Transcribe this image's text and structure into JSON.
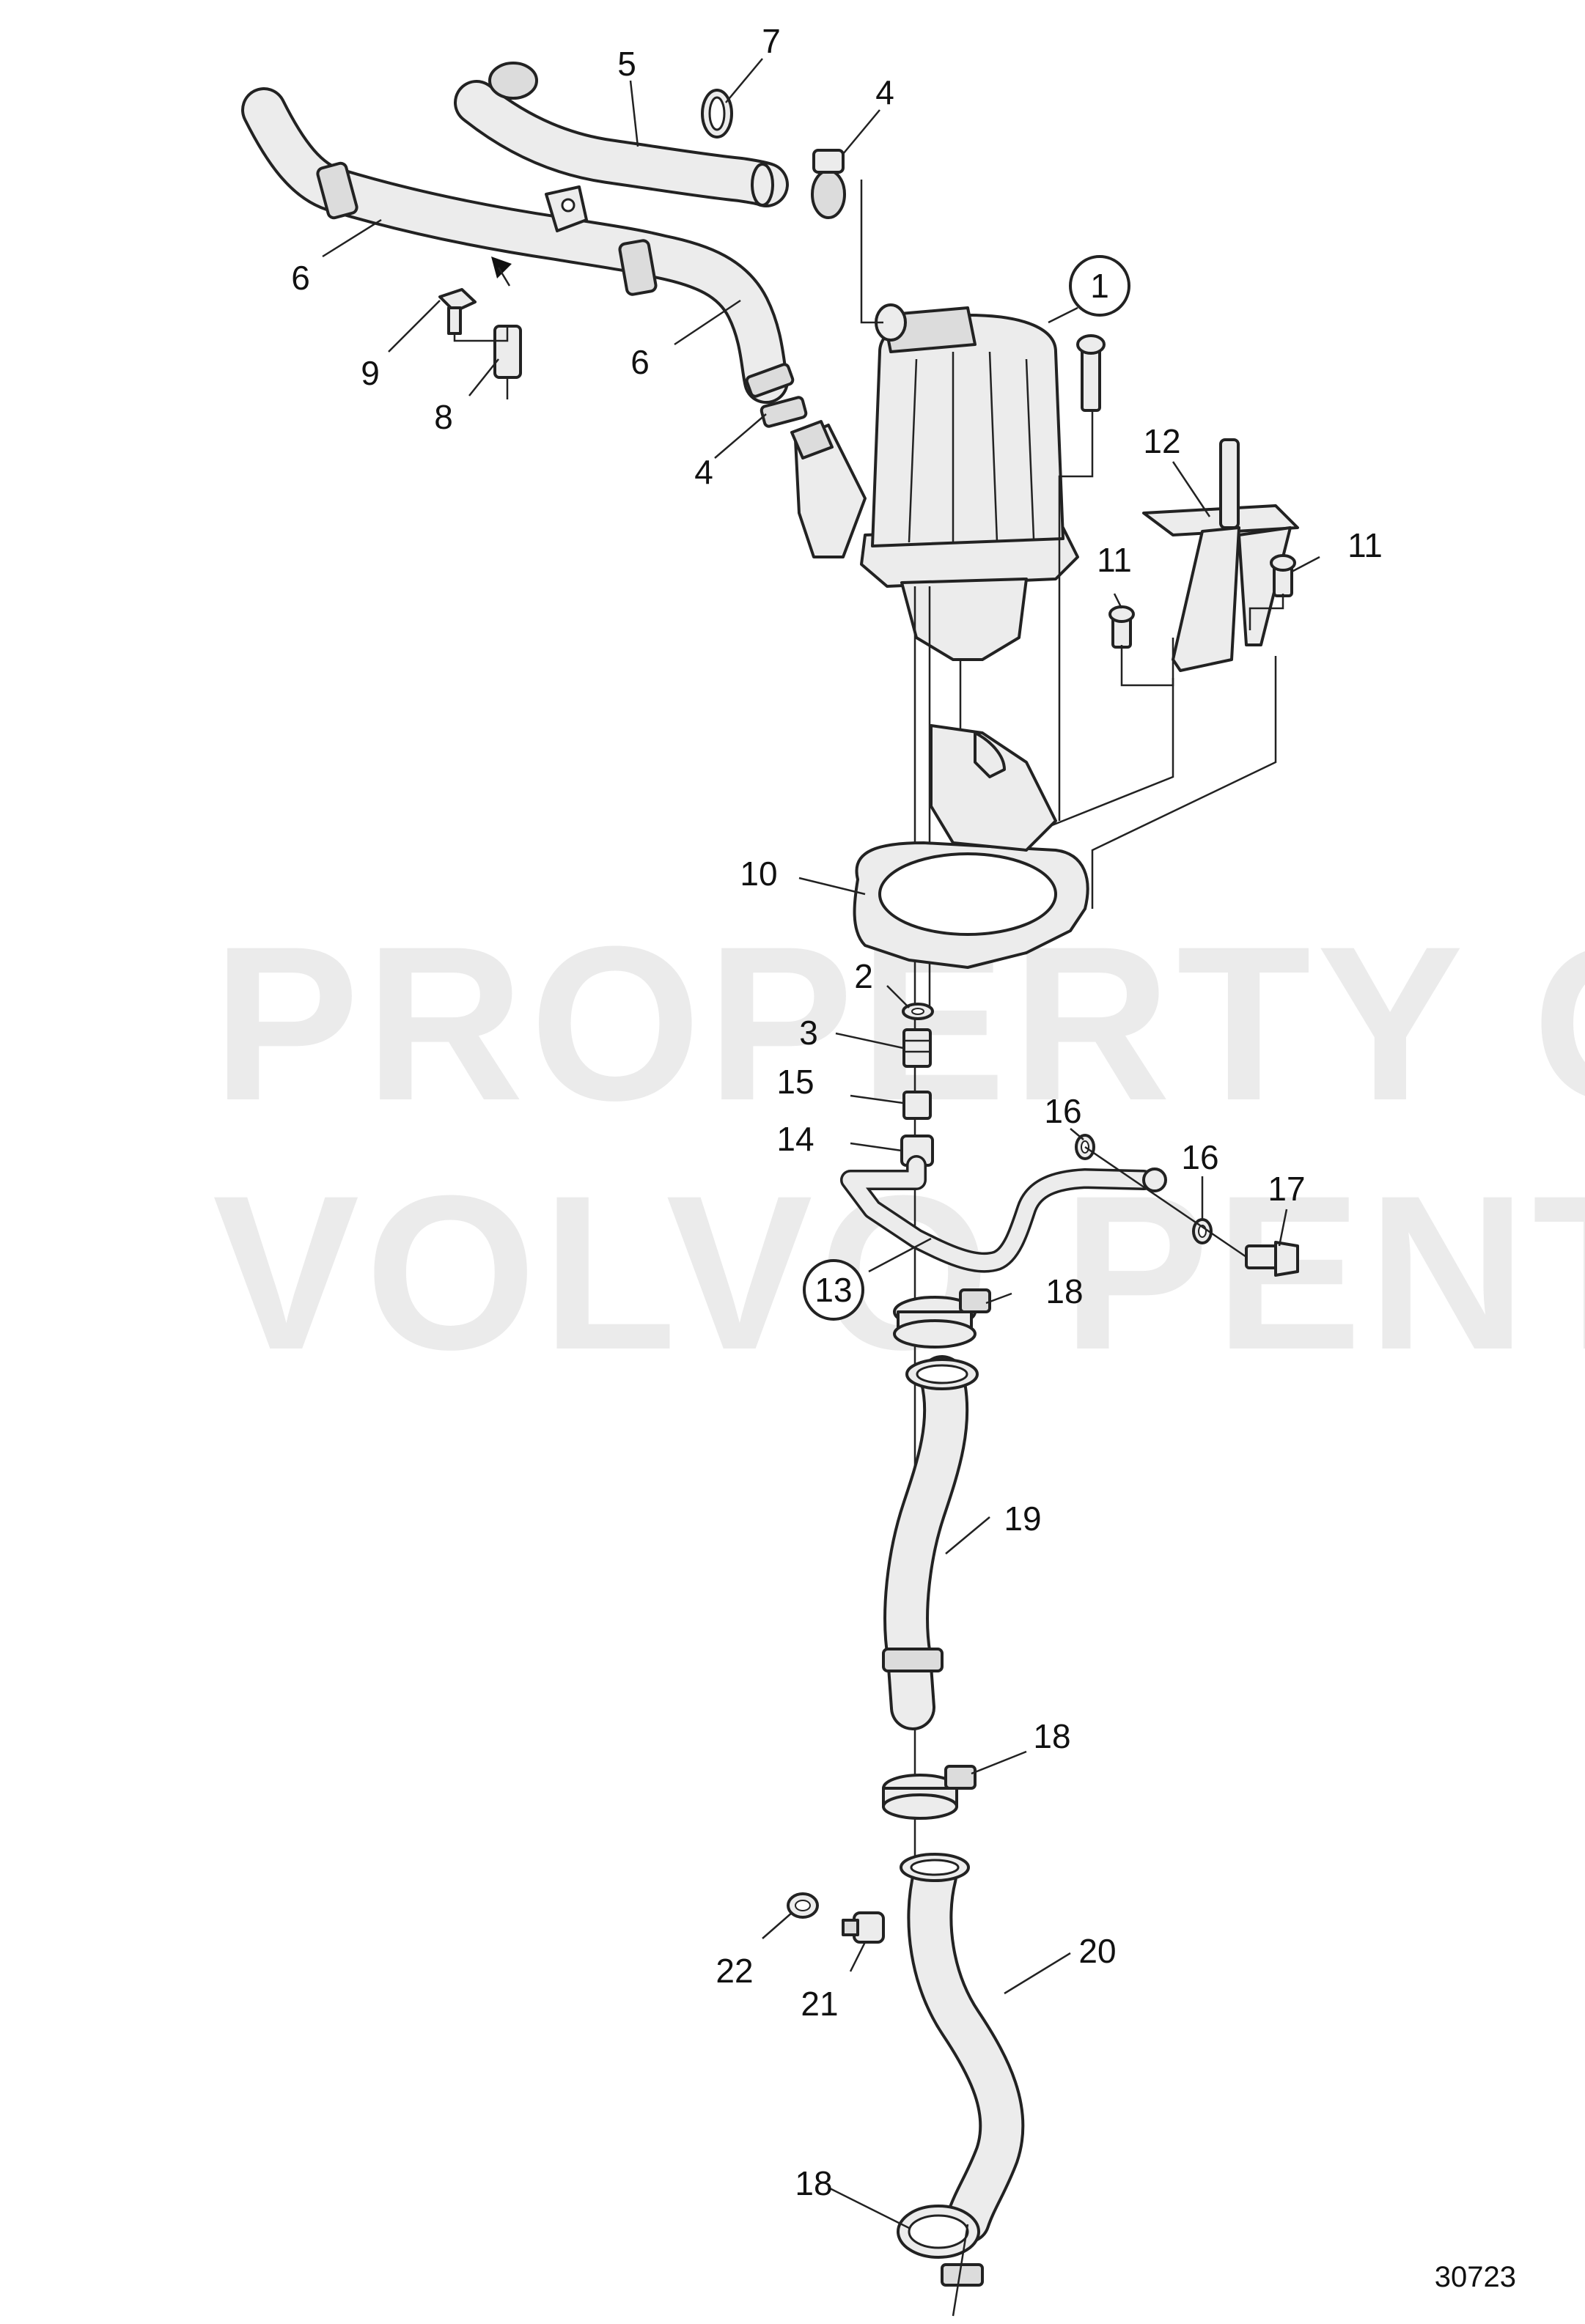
{
  "watermark": {
    "line1": "PROPERTY OF",
    "line2": "VOLVO PENTA"
  },
  "diagram_number": "30723",
  "labels": {
    "p1": "1",
    "p2": "2",
    "p3": "3",
    "p4a": "4",
    "p4b": "4",
    "p5": "5",
    "p6a": "6",
    "p6b": "6",
    "p7": "7",
    "p8": "8",
    "p9": "9",
    "p10": "10",
    "p11a": "11",
    "p11b": "11",
    "p12": "12",
    "p13": "13",
    "p14": "14",
    "p15": "15",
    "p16a": "16",
    "p16b": "16",
    "p17": "17",
    "p18a": "18",
    "p18b": "18",
    "p18c": "18",
    "p19": "19",
    "p20": "20",
    "p21": "21",
    "p22": "22"
  }
}
